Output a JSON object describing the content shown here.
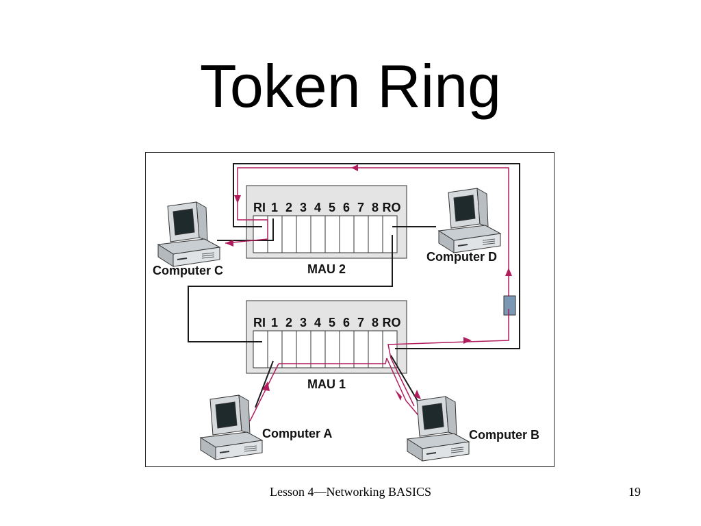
{
  "title": "Token Ring",
  "diagram": {
    "mau2": {
      "label": "MAU 2",
      "port_labels": [
        "RI",
        "1",
        "2",
        "3",
        "4",
        "5",
        "6",
        "7",
        "8",
        "RO"
      ]
    },
    "mau1": {
      "label": "MAU 1",
      "port_labels": [
        "RI",
        "1",
        "2",
        "3",
        "4",
        "5",
        "6",
        "7",
        "8",
        "RO"
      ]
    },
    "computers": {
      "a": "Computer A",
      "b": "Computer B",
      "c": "Computer C",
      "d": "Computer D"
    },
    "colors": {
      "ring": "#b01c5c",
      "cable": "#1a1a1a",
      "mau": "#e4e4e4",
      "repeater": "#7a97b4"
    }
  },
  "footer": {
    "text": "Lesson 4—Networking BASICS",
    "page": "19"
  }
}
